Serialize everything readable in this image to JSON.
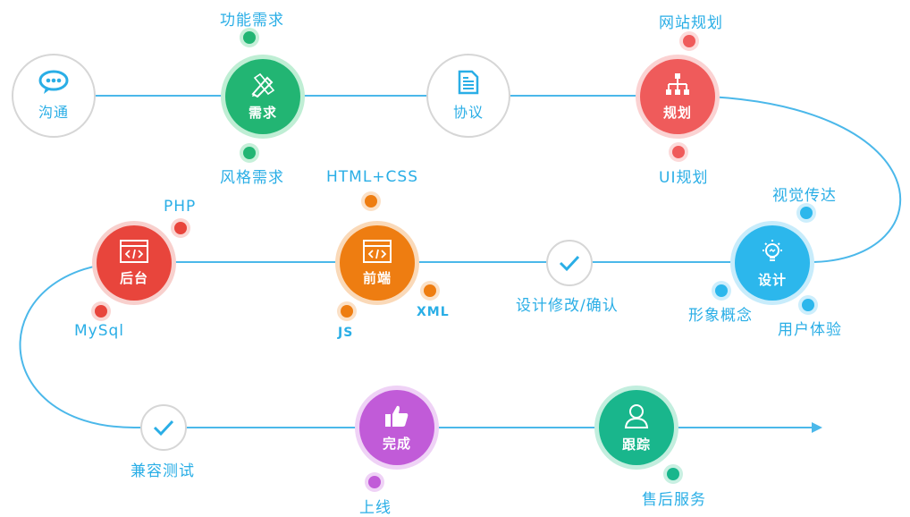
{
  "colors": {
    "line": "#4bb8ea",
    "green": "#22b573",
    "red": "#ef5b5b",
    "blue": "#2cb7ec",
    "orange": "#ee7d11",
    "brick": "#e8453c",
    "purple": "#c15bd8",
    "teal": "#19b68c",
    "text": "#2aaee6"
  },
  "nodes": {
    "goutong": "沟通",
    "xuqiu": "需求",
    "xieyi": "协议",
    "guihua": "规划",
    "sheji": "设计",
    "queren": "设计修改/确认",
    "qianduan": "前端",
    "houtai": "后台",
    "jianrong": "兼容测试",
    "wancheng": "完成",
    "genzong": "跟踪"
  },
  "labels": {
    "gongneng": "功能需求",
    "fengge": "风格需求",
    "wangzhan": "网站规划",
    "ui": "UI规划",
    "shijue": "视觉传达",
    "xingxiang": "形象概念",
    "yonghu": "用户体验",
    "htmlcss": "HTML+CSS",
    "js": "JS",
    "xml": "XML",
    "php": "PHP",
    "mysql": "MySql",
    "shangxian": "上线",
    "shouhou": "售后服务"
  },
  "icons": {
    "goutong": "chat-bubble-icon",
    "xuqiu": "pencil-ruler-icon",
    "xieyi": "document-icon",
    "guihua": "sitemap-icon",
    "sheji": "lightbulb-icon",
    "queren": "check-icon",
    "qianduan": "code-window-icon",
    "houtai": "code-window-icon",
    "jianrong": "check-icon",
    "wancheng": "thumbs-up-icon",
    "genzong": "user-icon"
  }
}
